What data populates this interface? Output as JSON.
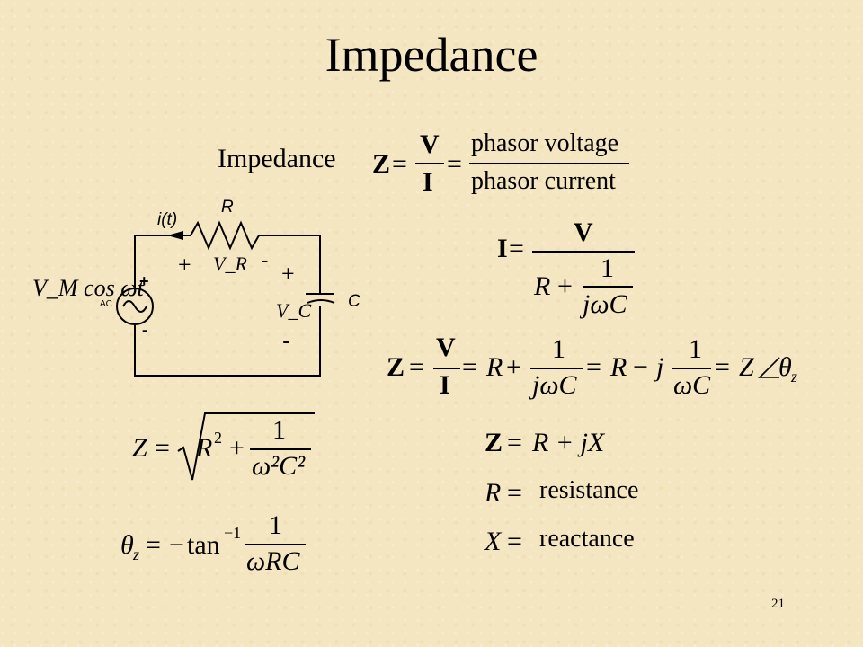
{
  "slide": {
    "title": "Impedance",
    "label": "Impedance",
    "page_number": "21"
  },
  "circuit": {
    "current_label": "i(t)",
    "resistor_label": "R",
    "capacitor_label": "C",
    "source_expr": "V_M cos ωt",
    "source_tag": "AC",
    "source_plus": "+",
    "source_minus": "-",
    "vr_label": "V_R",
    "vr_plus": "+",
    "vr_minus": "-",
    "vc_label": "V_C",
    "vc_plus": "+",
    "vc_minus": "-"
  },
  "equations": {
    "def": {
      "lhs": "Z",
      "num1": "V",
      "den1": "I",
      "num2": "phasor voltage",
      "den2": "phasor current"
    },
    "current": {
      "lhs": "I",
      "num": "V",
      "den_r": "R",
      "den_num": "1",
      "den_den": "jωC"
    },
    "expand": {
      "lhs": "Z",
      "num": "V",
      "den": "I",
      "r1": "R",
      "f1_num": "1",
      "f1_den": "jωC",
      "r2": "R",
      "j": "j",
      "f2_num": "1",
      "f2_den": "ωC",
      "mag": "Z",
      "theta": "θ",
      "theta_sub": "z"
    },
    "magnitude": {
      "lhs": "Z",
      "r": "R",
      "r_exp": "2",
      "num": "1",
      "den": "ω²C²"
    },
    "angle": {
      "theta": "θ",
      "sub": "z",
      "func": "tan",
      "exp": "−1",
      "num": "1",
      "den": "ωRC"
    },
    "rect": {
      "lhs": "Z",
      "rhs": "R + jX"
    },
    "r_def": {
      "sym": "R",
      "word": "resistance"
    },
    "x_def": {
      "sym": "X",
      "word": "reactance"
    }
  }
}
